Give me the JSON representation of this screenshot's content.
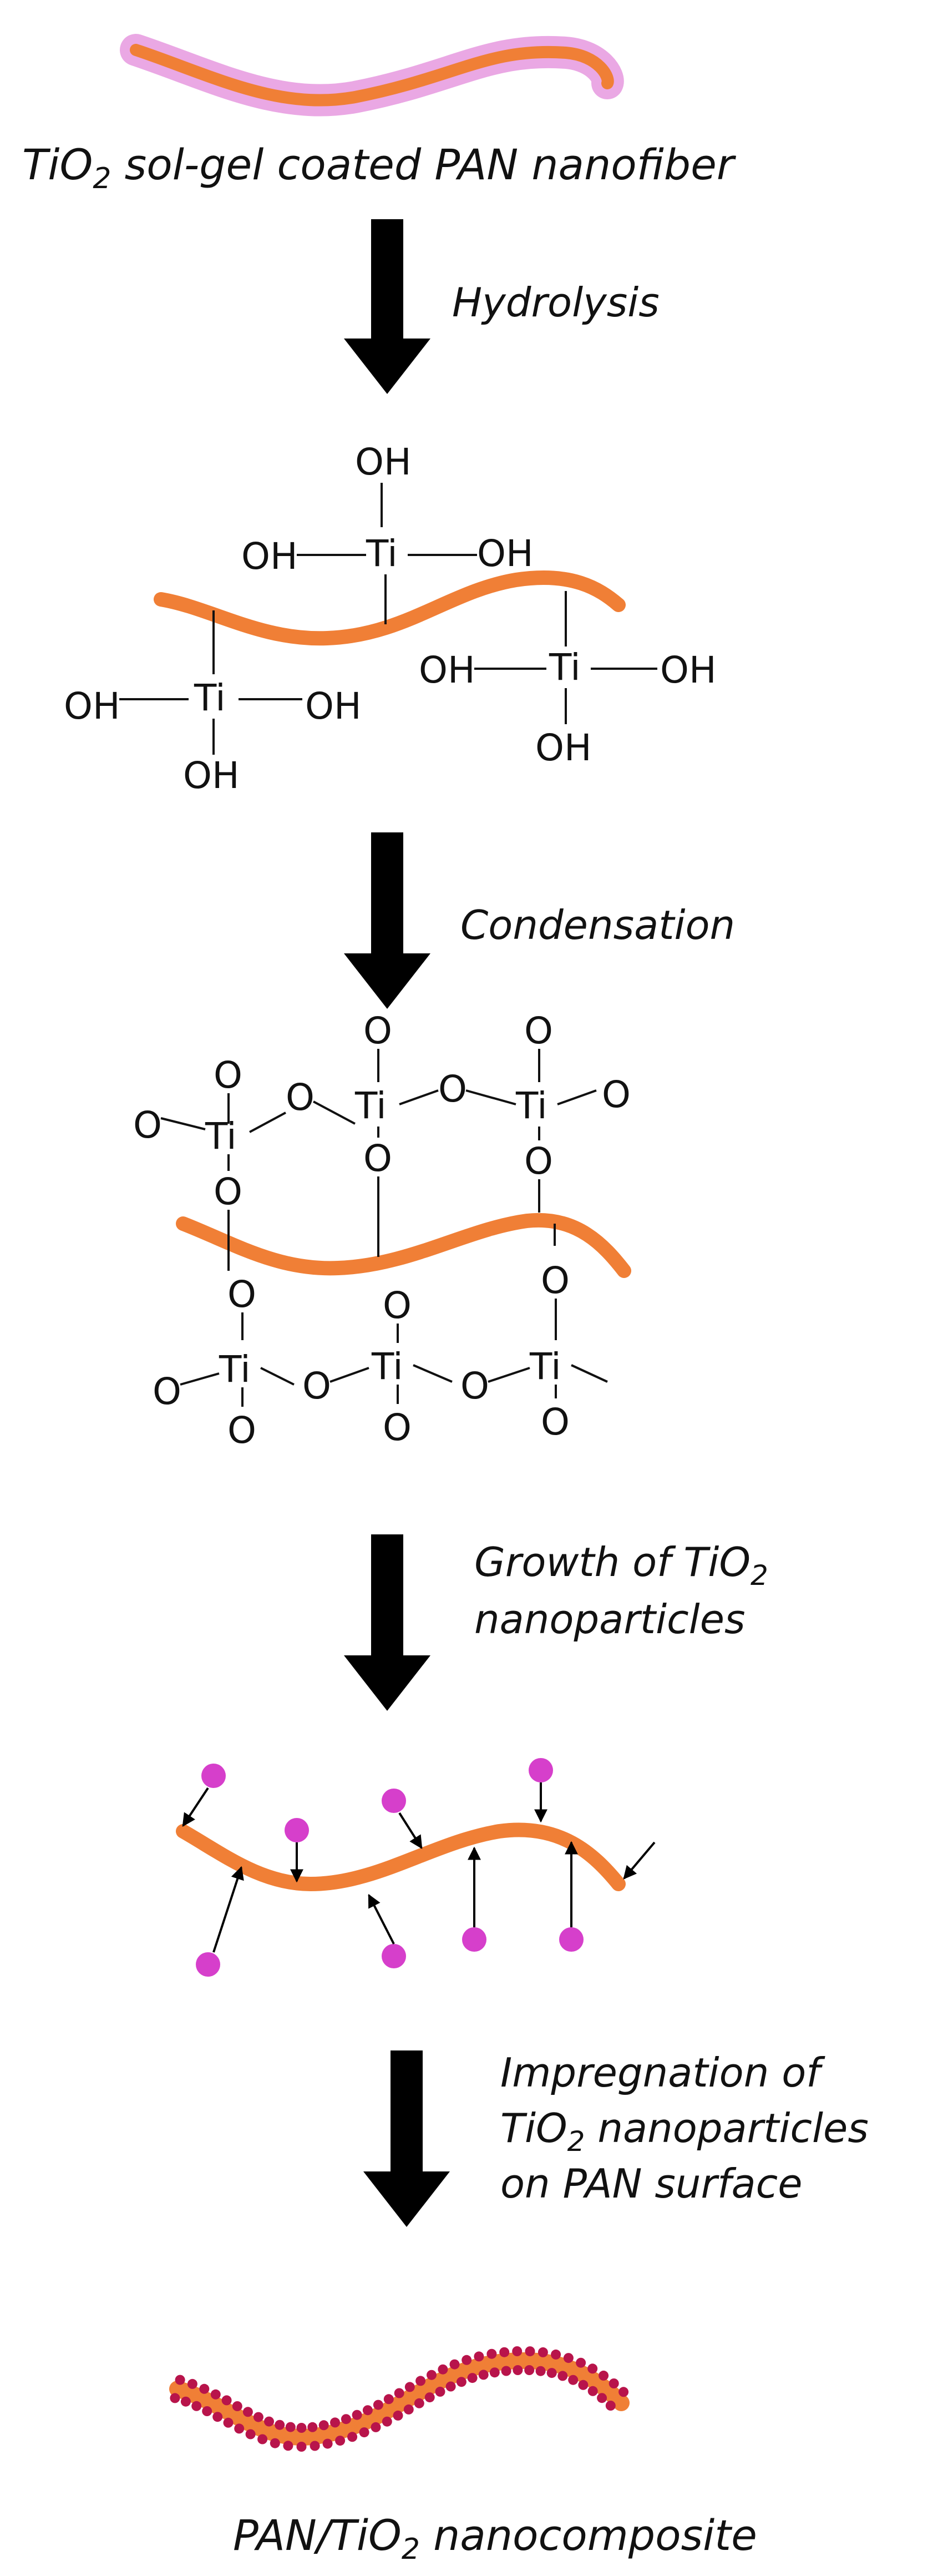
{
  "colors": {
    "fiber": "#F07F36",
    "coating": "#EAA8E4",
    "particle": "#D63FCB",
    "composite_dot": "#B8144B",
    "arrow": "#000000",
    "text": "#111111"
  },
  "step1": {
    "title_prefix": "TiO",
    "title_sub": "2",
    "title_suffix": " sol-gel coated PAN nanofiber"
  },
  "arrow1": {
    "label": "Hydrolysis"
  },
  "hydrolysis": {
    "top_center": {
      "atom": "Ti",
      "top": "OH",
      "left": "OH",
      "right": "OH"
    },
    "lower_left": {
      "atom": "Ti",
      "left": "OH",
      "right": "OH",
      "bottom": "OH"
    },
    "right_site": {
      "atom": "Ti",
      "left": "OH",
      "right": "OH",
      "bottom": "OH"
    }
  },
  "arrow2": {
    "label": "Condensation"
  },
  "condensation": {
    "atom": "Ti",
    "oxygen": "O"
  },
  "arrow3": {
    "line1": "Growth of TiO",
    "line1_sub": "2",
    "line2": "nanoparticles"
  },
  "arrow4": {
    "line1": "Impregnation of",
    "line2_prefix": "TiO",
    "line2_sub": "2",
    "line2_suffix": " nanoparticles",
    "line3": "on PAN surface"
  },
  "step_final": {
    "title_prefix": "PAN/TiO",
    "title_sub": "2",
    "title_suffix": " nanocomposite"
  }
}
